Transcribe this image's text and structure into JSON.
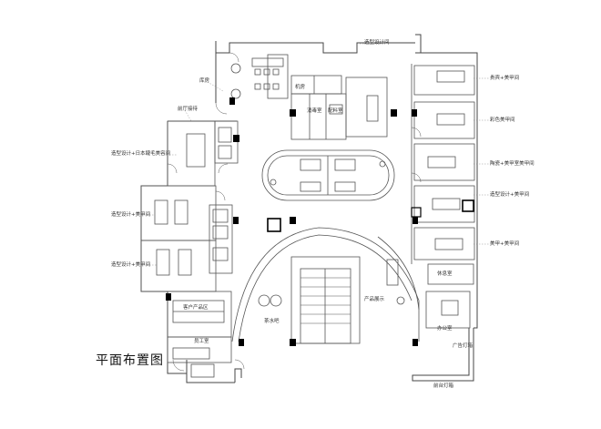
{
  "title": "平面布置图",
  "labels": {
    "facial_care_room": "造型设计间",
    "storage": "库房",
    "mechanical": "机房",
    "disinfection": "消毒室",
    "pharmacy": "配料室",
    "reception_left": "前厅接待",
    "eye_beauty_room": "造型设计+日本睫毛美容间",
    "nail_room_left": "造型设计+美甲间",
    "makeup_room_left": "造型设计+美甲间",
    "product_zone": "客户产品区",
    "staff_room": "员工室",
    "tea_bar": "茶水吧",
    "product_display": "产品展示",
    "vip_room_1": "贵宾+美甲间",
    "vip_room_2": "彩色美甲间",
    "vip_room_3": "陶瓷+美甲室美甲间",
    "vip_room_4": "造型设计+美甲间",
    "vip_room_5": "美甲+美甲间",
    "rest_area": "休息室",
    "office": "办公室",
    "ad_wall": "广告灯箱",
    "front_signage": "前台灯箱"
  },
  "colors": {
    "line": "#555555",
    "column": "#000000",
    "text": "#333333"
  }
}
